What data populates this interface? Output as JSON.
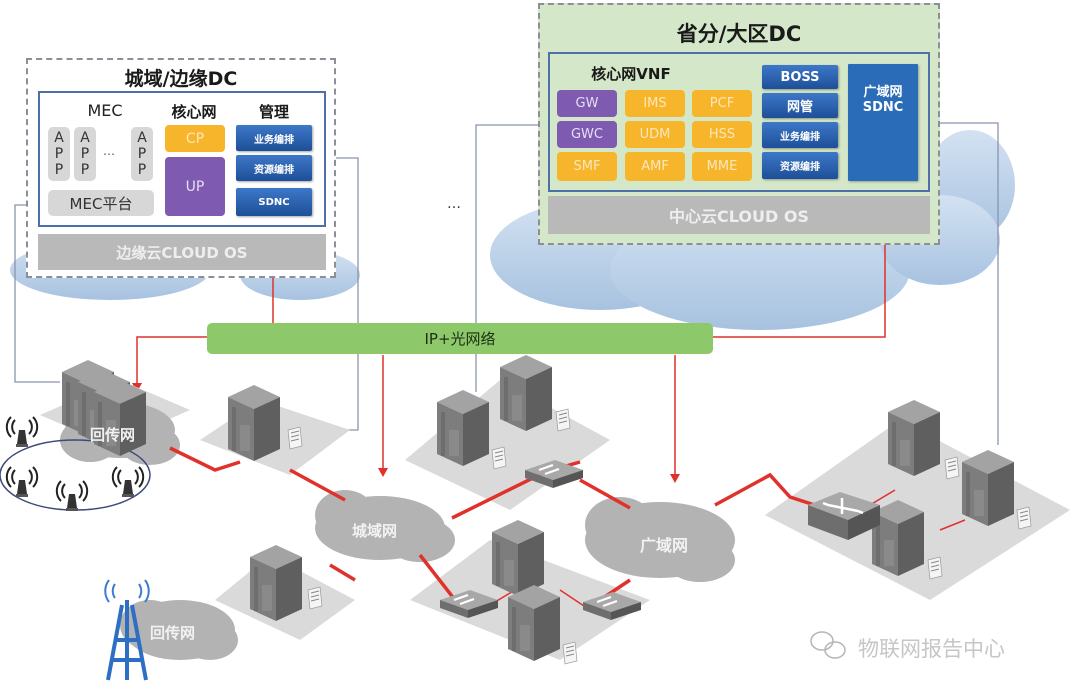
{
  "edge_dc": {
    "title": "城域/边缘DC",
    "mec": {
      "label": "MEC",
      "apps": [
        {
          "lines": [
            "A",
            "P",
            "P"
          ]
        },
        {
          "lines": [
            "A",
            "P",
            "P"
          ]
        },
        {
          "lines": [
            "A",
            "P",
            "P"
          ]
        }
      ],
      "ellipsis": "…",
      "platform_label": "MEC平台"
    },
    "core": {
      "label": "核心网",
      "cp": "CP",
      "up": "UP"
    },
    "mgmt": {
      "label": "管理",
      "items": [
        "业务编排",
        "资源编排",
        "SDNC"
      ]
    },
    "os_label": "边缘云CLOUD OS"
  },
  "central_dc": {
    "title": "省分/大区DC",
    "vnf_label": "核心网VNF",
    "vnf_grid": [
      [
        {
          "label": "GW",
          "color": "purple"
        },
        {
          "label": "IMS",
          "color": "orange"
        },
        {
          "label": "PCF",
          "color": "orange"
        }
      ],
      [
        {
          "label": "GWC",
          "color": "purple"
        },
        {
          "label": "UDM",
          "color": "orange"
        },
        {
          "label": "HSS",
          "color": "orange"
        }
      ],
      [
        {
          "label": "SMF",
          "color": "orange"
        },
        {
          "label": "AMF",
          "color": "orange"
        },
        {
          "label": "MME",
          "color": "orange"
        }
      ]
    ],
    "mgmt_items": [
      "BOSS",
      "网管",
      "业务编排",
      "资源编排"
    ],
    "wan_sdnc": [
      "广域网",
      "SDNC"
    ],
    "os_label": "中心云CLOUD OS"
  },
  "between_dcs_ellipsis": "…",
  "ip_optical_bar": "IP+光网络",
  "clouds": {
    "backhaul_top": "回传网",
    "backhaul_bottom": "回传网",
    "metro": "城域网",
    "wan": "广域网"
  },
  "watermark": "物联网报告中心",
  "colors": {
    "purple": "#7e5ab0",
    "orange": "#f7b52c",
    "blue": "#2a62b0",
    "green_bar": "#8dc96b",
    "central_bg": "#d4e7c8",
    "red_link": "#e0312b",
    "cloud_blue": "#bdd3ea",
    "cloud_gray": "#b3b3b3"
  }
}
